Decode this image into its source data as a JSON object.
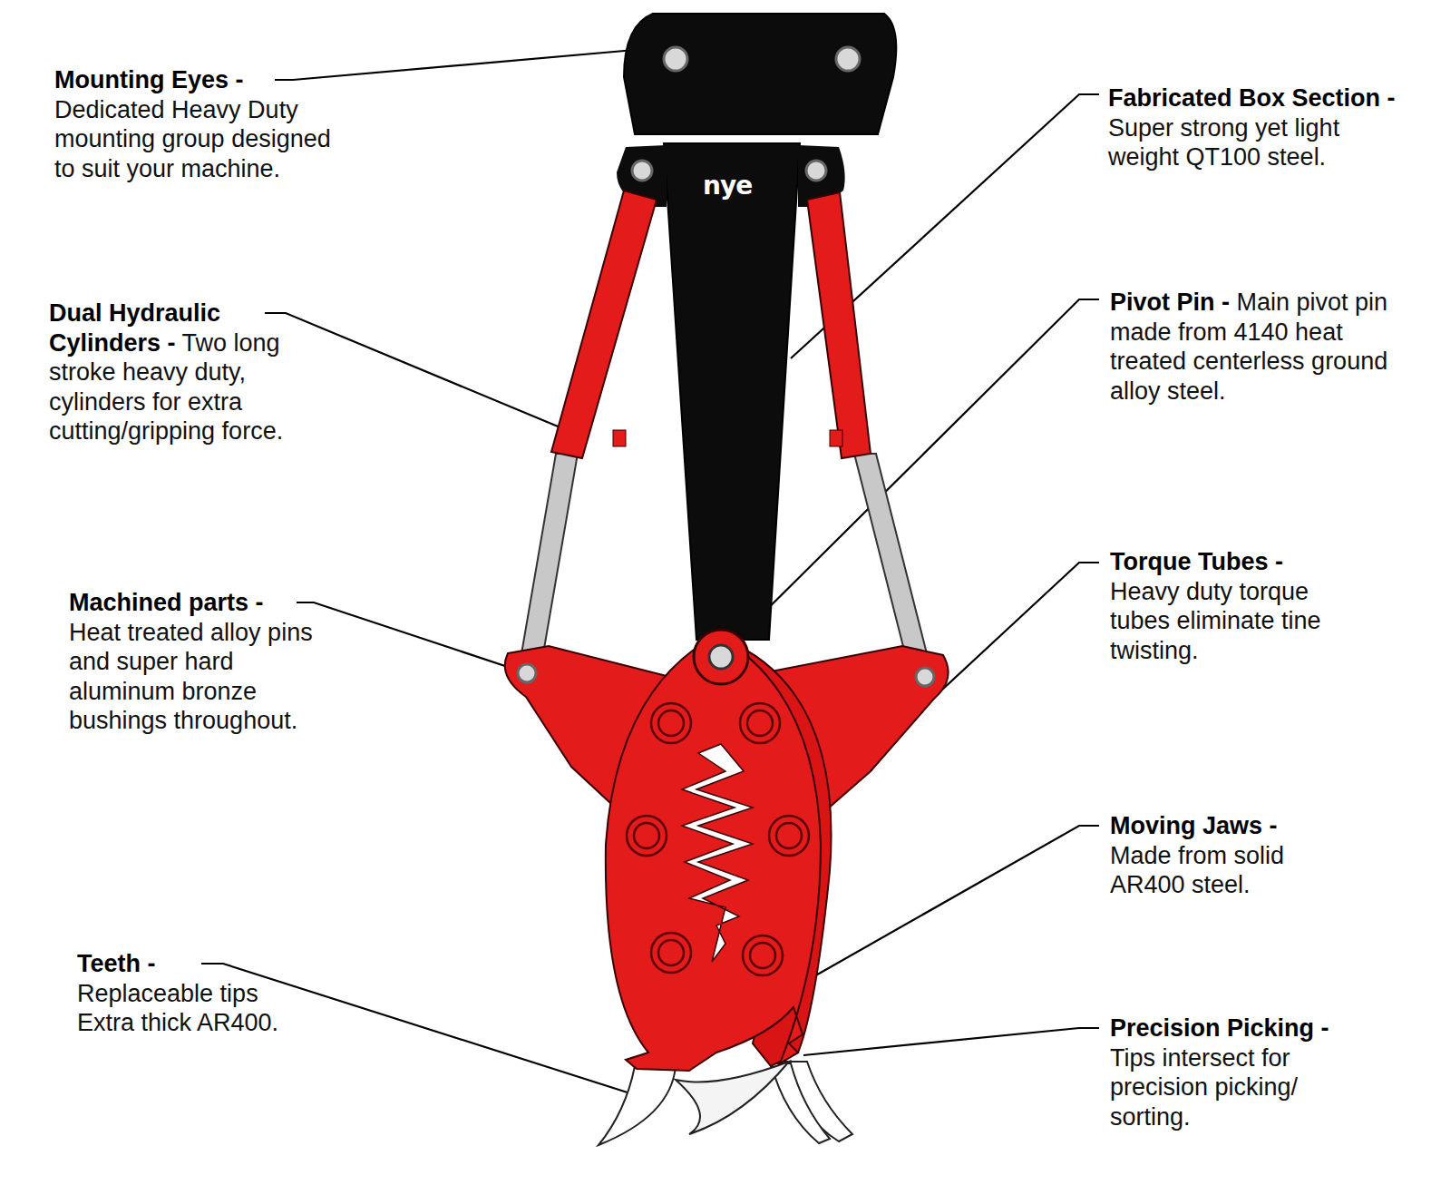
{
  "diagram": {
    "labels": [
      "Mounting Eyes -",
      "Dedicated Heavy Duty mounting group designed to suit your machine.",
      "Fabricated Box Section -",
      "Super strong yet light weight QT100 steel.",
      "Dual Hydraulic Cylinders -",
      "Two long stroke heavy duty, cylinders for extra cutting/gripping force.",
      "Pivot Pin -",
      "Main pivot pin made from 4140 heat treated centerless ground alloy steel.",
      "Machined parts -",
      "Heat treated alloy pins and super hard aluminum bronze bushings throughout.",
      "Torque Tubes -",
      "Heavy duty torque tubes eliminate tine twisting.",
      "Moving Jaws -",
      "Made from solid AR400 steel.",
      "Teeth -",
      "Replaceable tips Extra thick AR400.",
      "Precision Picking -",
      "Tips intersect for precision picking/ sorting.",
      "nye"
    ]
  }
}
